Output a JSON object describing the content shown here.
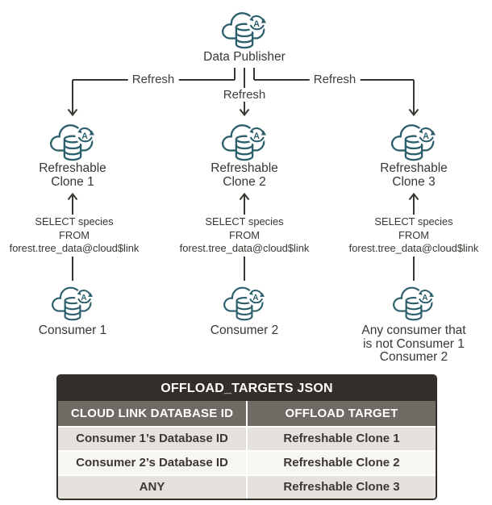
{
  "diagram": {
    "publisher": {
      "label": "Data Publisher"
    },
    "refresh_left": "Refresh",
    "refresh_middle": "Refresh",
    "refresh_right": "Refresh",
    "columns": [
      {
        "clone_line1": "Refreshable",
        "clone_line2": "Clone 1",
        "query_lines": [
          "SELECT species",
          "FROM",
          "forest.tree_data@cloud$link"
        ],
        "consumer_lines": [
          "Consumer 1",
          "",
          ""
        ]
      },
      {
        "clone_line1": "Refreshable",
        "clone_line2": "Clone 2",
        "query_lines": [
          "SELECT species",
          "FROM",
          "forest.tree_data@cloud$link"
        ],
        "consumer_lines": [
          "Consumer 2",
          "",
          ""
        ]
      },
      {
        "clone_line1": "Refreshable",
        "clone_line2": "Clone 3",
        "query_lines": [
          "SELECT species",
          "FROM",
          "forest.tree_data@cloud$link"
        ],
        "consumer_lines": [
          "Any consumer that",
          "is not Consumer 1",
          "Consumer 2"
        ]
      }
    ]
  },
  "table": {
    "title": "OFFLOAD_TARGETS JSON",
    "headers": [
      "CLOUD LINK DATABASE ID",
      "OFFLOAD TARGET"
    ],
    "rows": [
      [
        "Consumer 1’s Database ID",
        "Refreshable Clone 1"
      ],
      [
        "Consumer 2’s Database ID",
        "Refreshable Clone 2"
      ],
      [
        "ANY",
        "Refreshable Clone 3"
      ]
    ]
  },
  "colors": {
    "icon_teal": "#2c5f6c",
    "line": "#3a3632",
    "table_title_bg": "#332e2a",
    "table_subheader_bg": "#6f6a64",
    "row_shaded_bg": "#e5e2dd",
    "row_light_bg": "#f7f6f2"
  }
}
